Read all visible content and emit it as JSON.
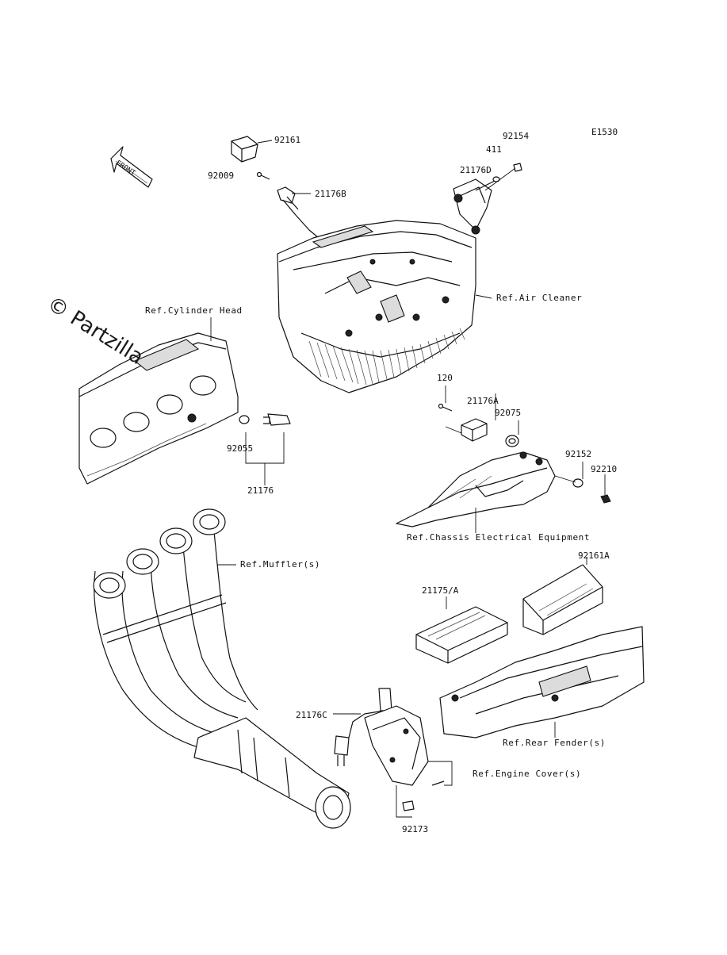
{
  "diagram_id": "E1530",
  "watermark": "Partzilla",
  "watermark_symbol": "©",
  "front_arrow_label": "FRONT",
  "part_labels": {
    "p92161": "92161",
    "p92009": "92009",
    "p21176B": "21176B",
    "p92154": "92154",
    "p411": "411",
    "p21176D": "21176D",
    "p120": "120",
    "p21176A": "21176A",
    "p92075": "92075",
    "p92152": "92152",
    "p92210": "92210",
    "p92055": "92055",
    "p21176": "21176",
    "p92161A": "92161A",
    "p21175A": "21175/A",
    "p21176C": "21176C",
    "p92173": "92173"
  },
  "reference_labels": {
    "air_cleaner": "Ref.Air Cleaner",
    "cylinder_head": "Ref.Cylinder Head",
    "chassis_electrical": "Ref.Chassis Electrical Equipment",
    "muffler": "Ref.Muffler(s)",
    "rear_fender": "Ref.Rear Fender(s)",
    "engine_cover": "Ref.Engine Cover(s)"
  }
}
